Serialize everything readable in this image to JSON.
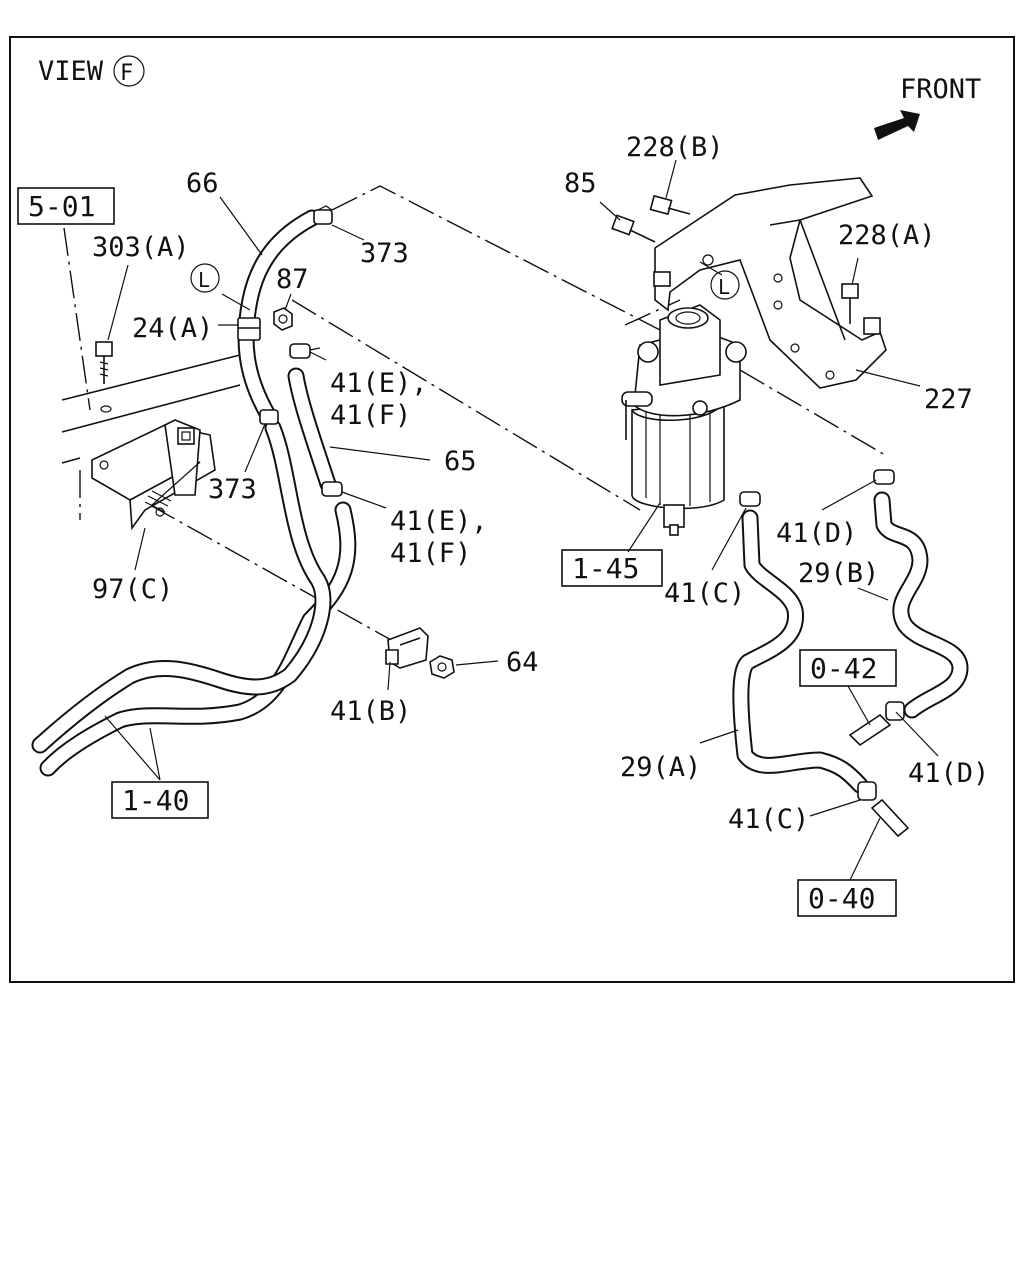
{
  "view": {
    "prefix": "VIEW",
    "letter": "F"
  },
  "direction": {
    "label": "FRONT"
  },
  "refs": {
    "r_5_01": "5-01",
    "r_1_45": "1-45",
    "r_1_40": "1-40",
    "r_0_42": "0-42",
    "r_0_40": "0-40"
  },
  "markers": {
    "l_left": "L",
    "l_right": "L"
  },
  "labels": {
    "p66": "66",
    "p373a": "373",
    "p303a": "303(A)",
    "p87": "87",
    "p24a": "24(A)",
    "p41ef_1a": "41(E),",
    "p41ef_1b": "41(F)",
    "p65": "65",
    "p373b": "373",
    "p41ef_2a": "41(E),",
    "p41ef_2b": "41(F)",
    "p97c": "97(C)",
    "p64": "64",
    "p41b": "41(B)",
    "p228b": "228(B)",
    "p85": "85",
    "p228a": "228(A)",
    "p227": "227",
    "p41d_top": "41(D)",
    "p29b": "29(B)",
    "p41c_top": "41(C)",
    "p29a": "29(A)",
    "p41c_bot": "41(C)",
    "p41d_bot": "41(D)"
  }
}
